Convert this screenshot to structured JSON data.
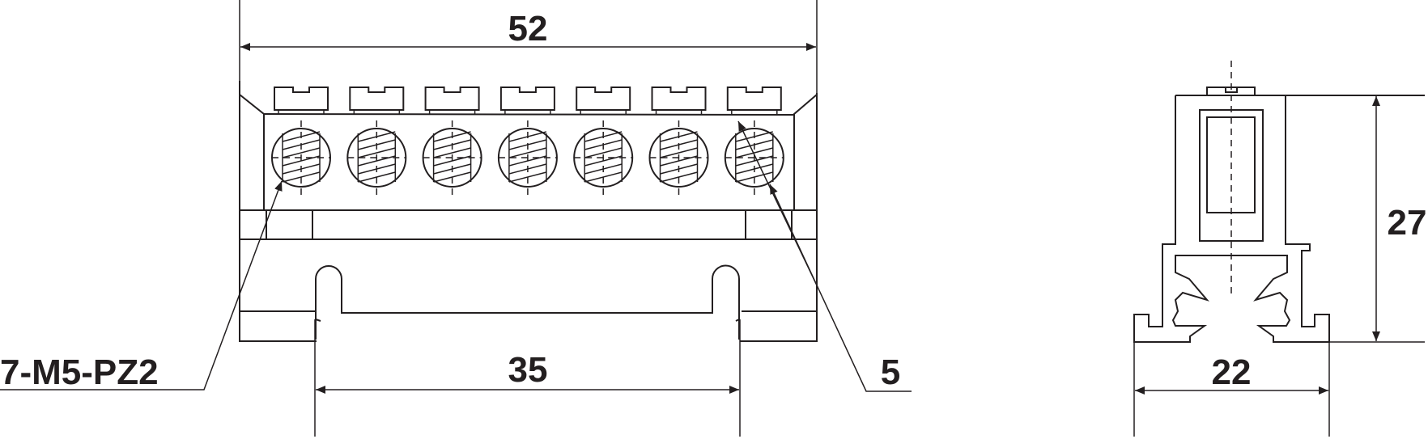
{
  "drawing": {
    "front_view": {
      "dim_overall_width": "52",
      "dim_rail_width": "35",
      "thread_callout": "7-M5-PZ2",
      "screw_label": "5",
      "terminal_count": 7
    },
    "side_view": {
      "dim_height": "27",
      "dim_width": "22"
    },
    "colors": {
      "line": "#231f20",
      "background": "#ffffff"
    }
  }
}
